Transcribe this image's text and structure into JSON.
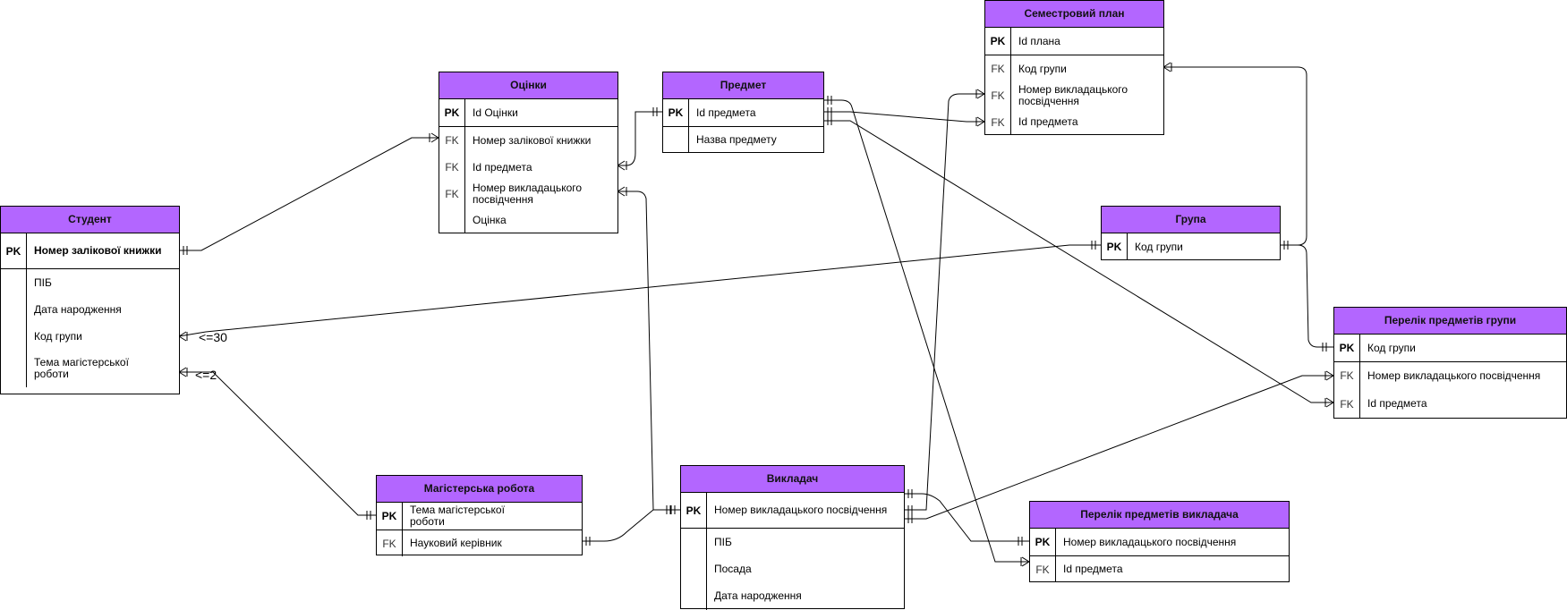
{
  "entities": {
    "student": {
      "title": "Студент",
      "rows": [
        {
          "key": "PK",
          "text": "Номер залікової книжки"
        },
        {
          "key": "",
          "text": "ПІБ"
        },
        {
          "key": "",
          "text": "Дата народження"
        },
        {
          "key": "",
          "text": "Код групи"
        },
        {
          "key": "",
          "text": "Тема магістерської\nроботи"
        }
      ]
    },
    "grades": {
      "title": "Оцінки",
      "rows": [
        {
          "key": "PK",
          "text": "Id Оцінки"
        },
        {
          "key": "FK",
          "text": "Номер залікової книжки"
        },
        {
          "key": "FK",
          "text": "Id предмета"
        },
        {
          "key": "FK",
          "text": "Номер викладацького\nпосвідчення"
        },
        {
          "key": "",
          "text": "Оцінка"
        }
      ]
    },
    "subject": {
      "title": "Предмет",
      "rows": [
        {
          "key": "PK",
          "text": "Id предмета"
        },
        {
          "key": "",
          "text": "Назва предмету"
        }
      ]
    },
    "semester_plan": {
      "title": "Семестровий план",
      "rows": [
        {
          "key": "PK",
          "text": "Id плана"
        },
        {
          "key": "FK",
          "text": "Код групи"
        },
        {
          "key": "FK",
          "text": "Номер викладацького\n посвідчення"
        },
        {
          "key": "FK",
          "text": "Id предмета"
        }
      ]
    },
    "group": {
      "title": "Група",
      "rows": [
        {
          "key": "PK",
          "text": "Код групи"
        }
      ]
    },
    "group_subjects": {
      "title": "Перелік предметів групи",
      "rows": [
        {
          "key": "PK",
          "text": "Код групи"
        },
        {
          "key": "FK",
          "text": "Номер викладацького посвідчення"
        },
        {
          "key": "FK",
          "text": "Id предмета"
        }
      ]
    },
    "master_thesis": {
      "title": "Магістерська робота",
      "rows": [
        {
          "key": "PK",
          "text": "Тема магістерської\nроботи"
        },
        {
          "key": "FK",
          "text": "Науковий керівник"
        }
      ]
    },
    "teacher": {
      "title": "Викладач",
      "rows": [
        {
          "key": "PK",
          "text": "Номер викладацького посвідчення"
        },
        {
          "key": "",
          "text": "ПІБ"
        },
        {
          "key": "",
          "text": "Посада"
        },
        {
          "key": "",
          "text": "Дата народження"
        }
      ]
    },
    "teacher_subjects": {
      "title": "Перелік предметів викладача",
      "rows": [
        {
          "key": "PK",
          "text": "Номер викладацького посвідчення"
        },
        {
          "key": "FK",
          "text": "Id предмета"
        }
      ]
    }
  },
  "cardinality_labels": {
    "group_limit": "<=30",
    "thesis_limit": "<=2"
  },
  "colors": {
    "header": "#b366ff",
    "line": "#000000"
  }
}
